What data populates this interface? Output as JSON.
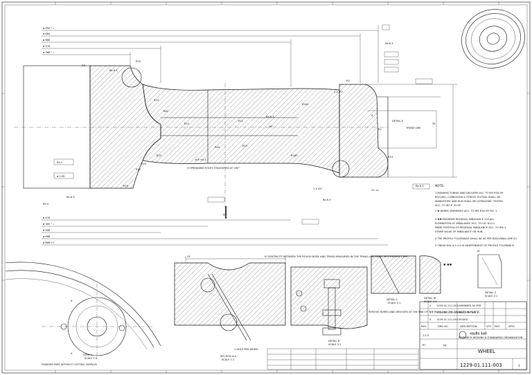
{
  "dimensions": {
    "d_top": [
      "ø 690 ⁰₋₁",
      "ø 684",
      "ø 688",
      "ø 478",
      "ø 368 ⁰₋₁"
    ],
    "d_bottom": [
      "ø 478",
      "ø 360 ⁰₋₁",
      "ø 468",
      "ø 688",
      "ø 866 ±1"
    ],
    "mid_labels": [
      "R3",
      "R10",
      "R10",
      "R62",
      "R165",
      "R165",
      "R14",
      "R2",
      "4",
      "35",
      "1 X 45°",
      "DETAIL E",
      "R12",
      "R12",
      "18°",
      "R44",
      "R25",
      "1 X 45°",
      "R15",
      "ø 8 ±0.1",
      "3 SPREADING HOLES STAGGERED AT 180°",
      "R25",
      "R20",
      "R10",
      "23 ±1",
      "TREAD LINE",
      "R2"
    ],
    "left_dims": [
      "R0.1",
      "ø 0.05",
      "R0.5"
    ],
    "roughness": "Ra 6.3",
    "view_marks": [
      "V",
      "A",
      "A"
    ]
  },
  "notes": {
    "heading": "NOTE:",
    "items": [
      "1  MANUFACTURING AND DELIVERY ACC TO IRS R34-99",
      "   ROLLING, CORROSION & STRESS TESTING SHALL BE",
      "   MANDATORY AND RUN SHALL BE ULTRASONIC TESTED",
      "   ACC. TO IRS R 34-99",
      "2  ✱  WHEEL MARKINGS ACC. TO IRS R34-99 FIG. 1",
      "3  ✱✱  MAXIMUM RESIDUAL IMBALANCE 125 gm.",
      "   ELIMINATION OF IMBALANCE ACC. TO UIC 813-1.",
      "   MARK POSITION OF RESIDUAL IMBALANCE ACC. TO IRS-1",
      "   STAMP VALUE OF IMBALANCE ON HUB.",
      "4  THE PROFILE TOLERANCE SHALL BE AS PER RDSO/WAG-SMP (E)",
      "5  TREAD DIA. ø 1113 IS INDEPENDENT OF PROFILE TOLERANCE."
    ]
  },
  "lower": {
    "eccentricity": "ECCENTRICITY BETWEEN THE ROUGH BORE AND TREAD MEASURED IN THE TREAD LINE SHALL NOT EXCEED 1 MM.",
    "view_v": "VIEW V",
    "view_v_scale": "SCALE 1:5",
    "finished": "FINISHED PART WITHOUT CUTTING SURPLUS",
    "section": "SECTION A-A",
    "section_scale": "SCALE 1:1",
    "hole": "1 HOLE PER WHEEL",
    "detail_b": "DETAIL B",
    "detail_b_scale": "SCALE 2:1",
    "detail_c": "DETAIL C",
    "detail_c_scale": "SCALE 2:1",
    "detail_w": "DETAIL W",
    "detail_w_scale": "SCALE 2:1",
    "detail_z": "DETAIL Z",
    "detail_z_scale": "SCALE 2:1",
    "burrs": "REMOVE BURRS AND GROOVES AT THE END OF THE BORE AND THE TRANSITION POINTS.",
    "stars": "✱ ✱✱",
    "dim_25": "25",
    "dim_15": "15"
  },
  "title_block": {
    "org_hindi": "भारतीय रेलवे",
    "org_line": "RESEARCH DESIGNS & STANDARDS ORGANISATION",
    "title": "WHEEL",
    "drawing_no": "1229-01.111-003",
    "sheet": "1",
    "scale": "1:2.5",
    "mat": "R7",
    "mass": "kg",
    "rev_rows": [
      [
        "2",
        "1229-01.111-003",
        "AMENDED AS PER"
      ],
      [
        "1",
        "1229-01.111-003",
        "RDSO LTR NO. 1"
      ],
      [
        "0",
        "1229-01.111-003",
        "ISSUED"
      ]
    ],
    "cols": [
      "REV",
      "DRG NO",
      "DESCRIPTION",
      "QTY",
      "MAT",
      "SPEC"
    ]
  }
}
